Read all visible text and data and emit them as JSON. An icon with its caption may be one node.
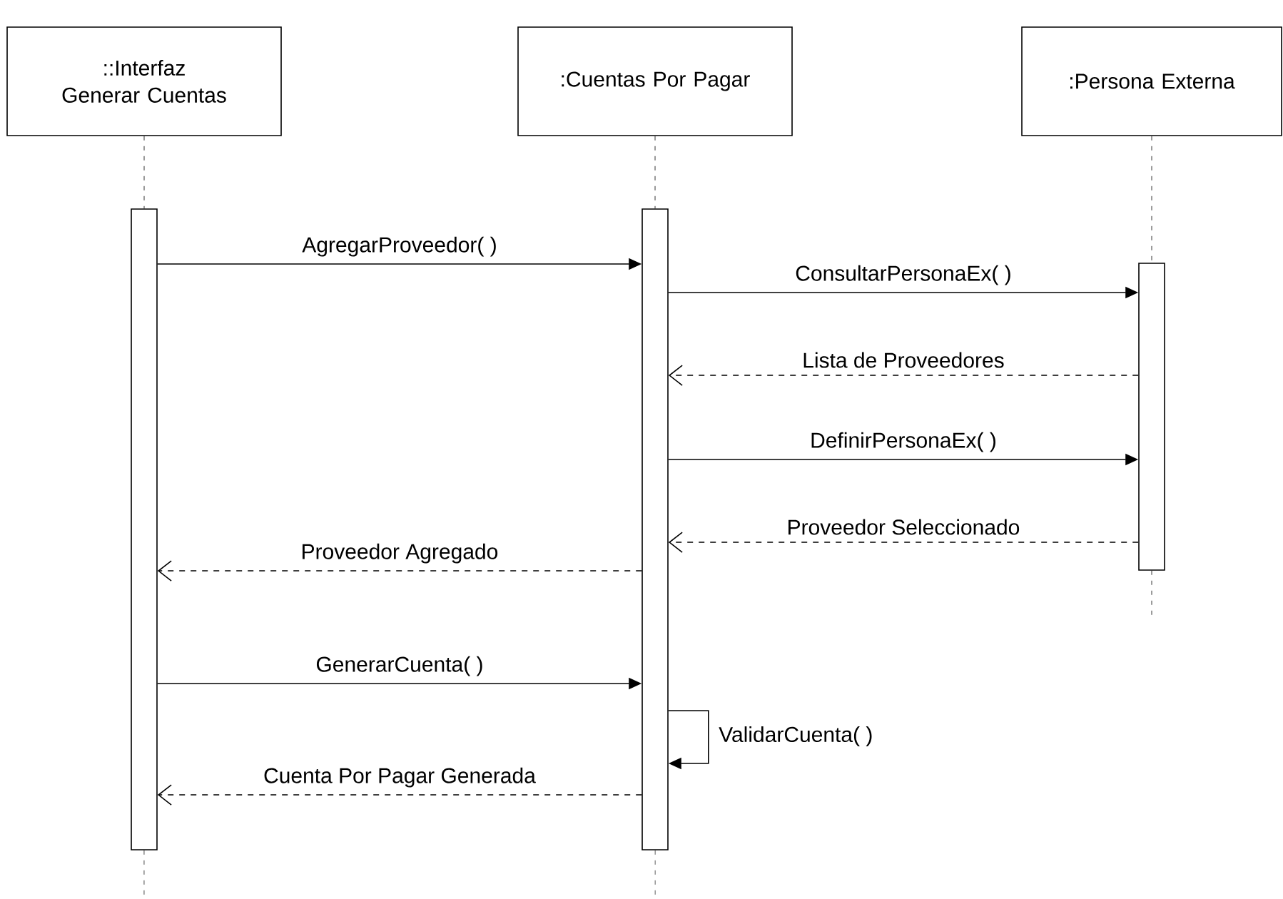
{
  "diagram": {
    "nodes": [
      {
        "text": [
          "::Interfaz Generar Cuentas"
        ]
      },
      {
        "text": [
          ":Cuentas Por Pagar"
        ]
      },
      {
        "text": [
          ":Persona Externa"
        ]
      },
      {
        "text": [],
        "shape": "bar"
      },
      {
        "text": [],
        "shape": "bar"
      },
      {
        "text": [],
        "shape": "bar"
      }
    ],
    "edges": [
      {
        "from": 0,
        "to": 3,
        "arrow": "none",
        "style": "dashed"
      },
      {
        "from": 1,
        "to": 4,
        "arrow": "none",
        "style": "dashed"
      },
      {
        "from": 2,
        "to": 5,
        "arrow": "none",
        "style": "dashed"
      },
      {
        "from": 3,
        "to": null,
        "arrow": "none",
        "style": "dashed"
      },
      {
        "from": 4,
        "to": null,
        "arrow": "none",
        "style": "dashed"
      },
      {
        "from": 5,
        "to": null,
        "arrow": "none",
        "style": "dashed"
      },
      {
        "from": 3,
        "to": 4,
        "arrow": "to",
        "label": "AgregarProveedor( )"
      },
      {
        "from": 4,
        "to": 5,
        "arrow": "to",
        "label": "ConsultarPersonaEx( )"
      },
      {
        "from": 5,
        "to": 4,
        "arrow": "to",
        "label": "Lista de Proveedores",
        "style": "dashed"
      },
      {
        "from": 4,
        "to": 5,
        "arrow": "to",
        "label": "DefinirPersonaEx( )"
      },
      {
        "from": 5,
        "to": 4,
        "arrow": "to",
        "label": "Proveedor Seleccionado",
        "style": "dashed"
      },
      {
        "from": 4,
        "to": 3,
        "arrow": "to",
        "label": "Proveedor Agregado",
        "style": "dashed"
      },
      {
        "from": 3,
        "to": 4,
        "arrow": "to",
        "label": "GenerarCuenta( )"
      },
      {
        "from": 4,
        "to": 4,
        "arrow": "to",
        "label": "ValidarCuenta( )"
      },
      {
        "from": 4,
        "to": 3,
        "arrow": "to",
        "label": "Cuenta Por Pagar Generada",
        "style": "dashed"
      }
    ]
  }
}
